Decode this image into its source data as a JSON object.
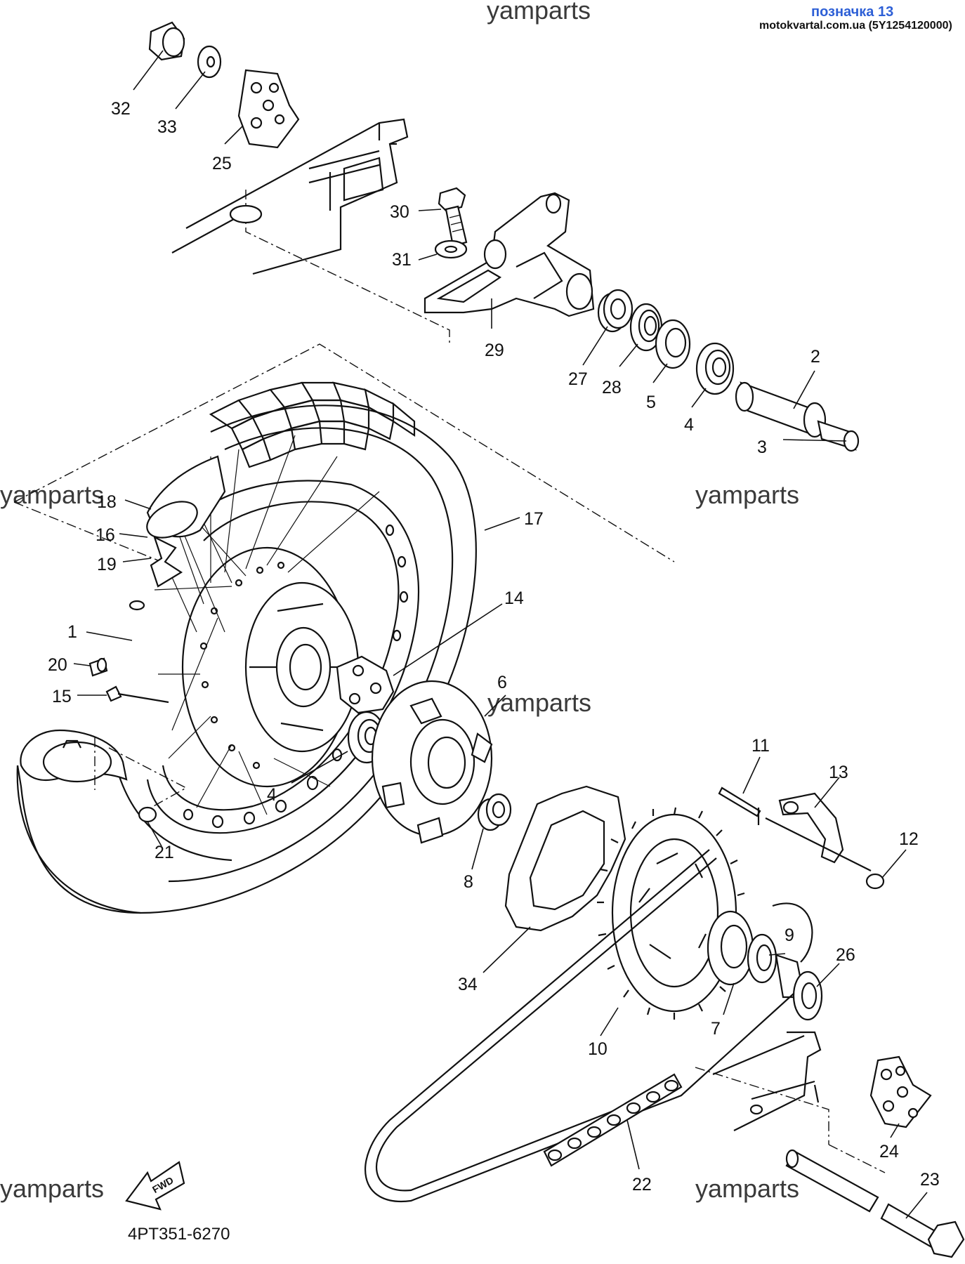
{
  "header": {
    "tag": "позначка 13",
    "site": "motokvartal.com.ua (5Y1254120000)"
  },
  "watermarks": [
    "yamparts",
    "yamparts",
    "yamparts",
    "yamparts",
    "yamparts",
    "yamparts"
  ],
  "diagram_code": "4PT351-6270",
  "fwd_label": "FWD",
  "part_numbers": [
    "32",
    "33",
    "25",
    "30",
    "31",
    "29",
    "27",
    "28",
    "5",
    "4",
    "2",
    "3",
    "18",
    "16",
    "19",
    "17",
    "14",
    "1",
    "20",
    "15",
    "6",
    "4",
    "21",
    "8",
    "34",
    "11",
    "13",
    "12",
    "9",
    "26",
    "7",
    "10",
    "24",
    "22",
    "23"
  ]
}
